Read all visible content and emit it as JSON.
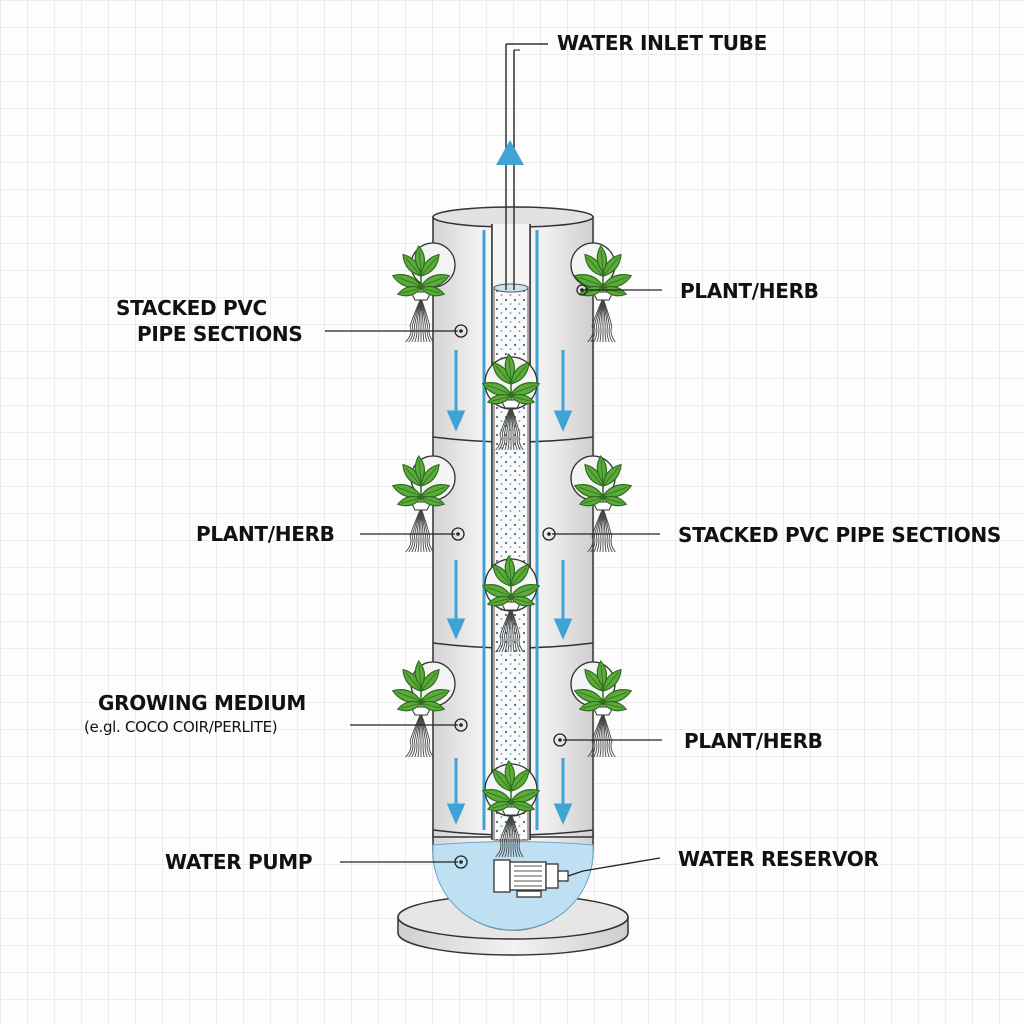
{
  "diagram": {
    "title": "Vertical hydroponic PVC tower",
    "labels": {
      "water_inlet_tube": "WATER INLET TUBE",
      "stacked_pvc_left_line1": "STACKED PVC",
      "stacked_pvc_left_line2": "PIPE SECTIONS",
      "plant_herb_top_right": "PLANT/HERB",
      "plant_herb_mid_left": "PLANT/HERB",
      "stacked_pvc_right": "STACKED PVC PIPE SECTIONS",
      "growing_medium": "GROWING MEDIUM",
      "growing_medium_example": "(e.gl. COCO COIR/PERLITE)",
      "plant_herb_bottom_right": "PLANT/HERB",
      "water_pump": "WATER PUMP",
      "water_reservoir": "WATER RESERVOR"
    },
    "colors": {
      "water": "#bfe0f2",
      "flow_arrow": "#3fa3d6",
      "leaf": "#5aab3a",
      "leaf_dark": "#2f6e1f",
      "pipe": "#e9e9e9"
    }
  }
}
